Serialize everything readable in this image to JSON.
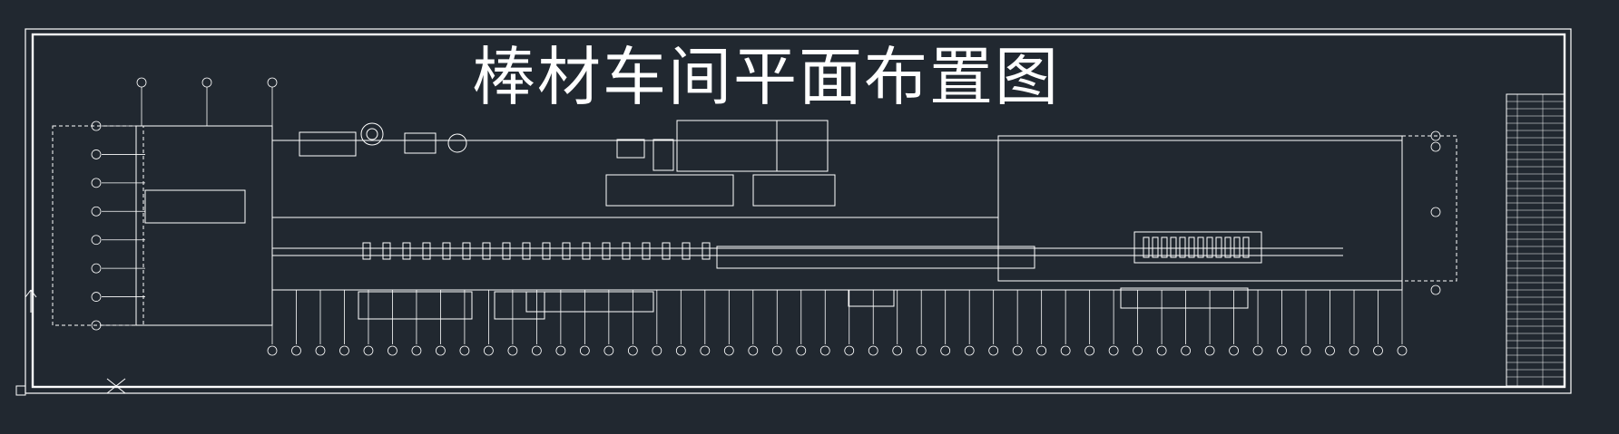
{
  "drawing": {
    "title": "棒材车间平面布置图",
    "line_color": "#ffffff",
    "background_color": "#212830",
    "grid_axis_count_bottom": 48,
    "grid_axis_count_left": 8
  }
}
